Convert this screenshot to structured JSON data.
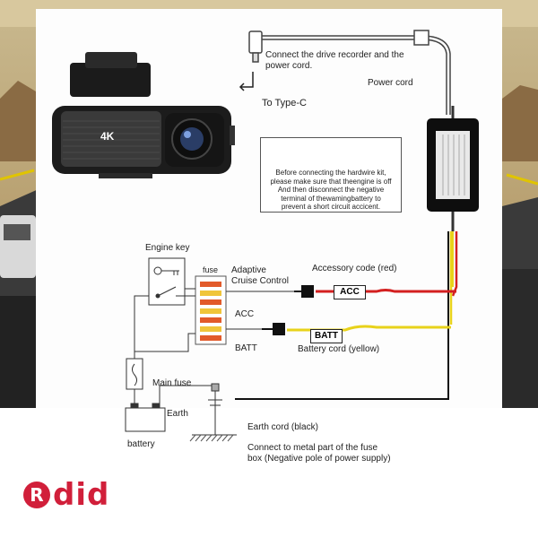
{
  "labels": {
    "connect_recorder": "Connect the drive recorder and the\npower cord.",
    "power_cord": "Power cord",
    "to_type_c": "To Type-C",
    "engine_key": "Engine key",
    "fuse": "fuse",
    "adaptive_cruise": "Adaptive\nCruise Control",
    "acc": "ACC",
    "batt": "BATT",
    "accessory_code": "Accessory code (red)",
    "battery_cord": "Battery cord (yellow)",
    "main_fuse": "Main fuse",
    "earth": "Earth",
    "battery": "battery",
    "earth_cord": "Earth cord (black)",
    "connect_metal": "Connect to metal part of the fuse\nbox (Negative pole of power supply)"
  },
  "tags": {
    "acc": "ACC",
    "batt": "BATT"
  },
  "warning": {
    "text": "Before connecting the hardwire kit,\nplease make sure that theengine is off\nAnd then disconnect the negative\nterminal of thewamingbattery to\nprevent a short circuit accicent."
  },
  "camera": {
    "badge": "4K"
  },
  "brand": {
    "mark": "R",
    "word": "did",
    "color": "#d11f3a"
  },
  "colors": {
    "acc_wire": "#d42020",
    "batt_wire": "#e8d21a",
    "earth_wire": "#111111"
  }
}
